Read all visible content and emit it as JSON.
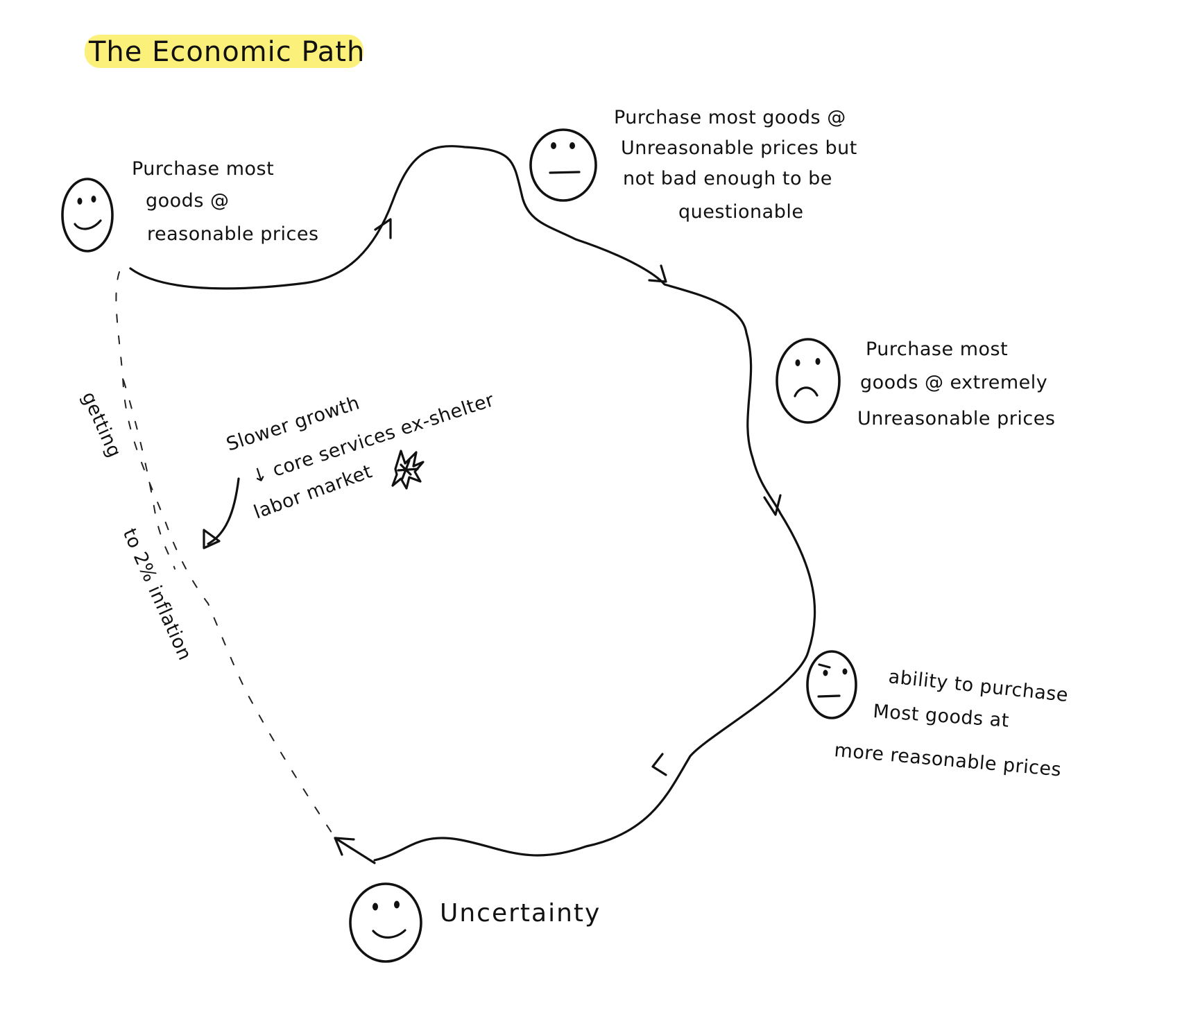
{
  "title": "The Economic Path",
  "highlight_color": "#fbf07a",
  "ink_color": "#111111",
  "stages": [
    {
      "face": "smile",
      "lines": [
        "Purchase most",
        "goods @",
        "reasonable prices"
      ]
    },
    {
      "face": "neutral",
      "lines": [
        "Purchase most goods @",
        "Unreasonable prices but",
        "not bad enough to be",
        "questionable"
      ]
    },
    {
      "face": "frown",
      "lines": [
        "Purchase most",
        "goods @ extremely",
        "Unreasonable prices"
      ]
    },
    {
      "face": "skeptical",
      "lines": [
        "ability to purchase",
        "Most goods at",
        "more reasonable prices"
      ]
    },
    {
      "face": "smile",
      "lines": [
        "Uncertainty"
      ]
    }
  ],
  "inner_note": {
    "lines": [
      "Slower growth",
      "↓ core services ex-shelter",
      "labor market"
    ],
    "doodle": "scribble-star-icon"
  },
  "return_path": {
    "lines": [
      "getting",
      "to 2% inflation"
    ]
  }
}
